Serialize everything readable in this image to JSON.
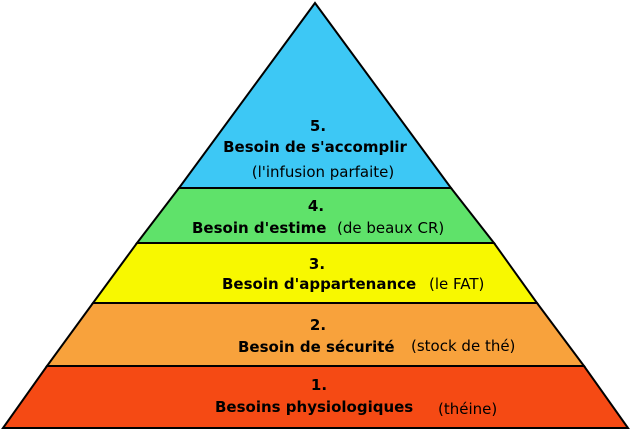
{
  "colors": {
    "outline": "#000000",
    "level5": "#3DC8F5",
    "level4": "#5FE26A",
    "level3": "#F8F800",
    "level2": "#F8A23C",
    "level1": "#F54A14"
  },
  "levels": [
    {
      "number": "5.",
      "name": "Besoin de s'accomplir",
      "note": "(l'infusion parfaite)"
    },
    {
      "number": "4.",
      "name": "Besoin d'estime",
      "note": "(de beaux CR)"
    },
    {
      "number": "3.",
      "name": "Besoin d'appartenance",
      "note": "(le FAT)"
    },
    {
      "number": "2.",
      "name": "Besoin de sécurité",
      "note": "(stock de thé)"
    },
    {
      "number": "1.",
      "name": "Besoins physiologiques",
      "note": "(théine)"
    }
  ]
}
